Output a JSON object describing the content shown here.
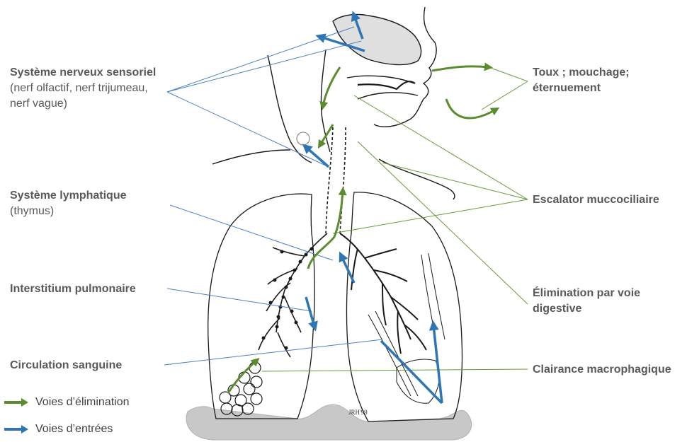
{
  "labels": {
    "nerveux_bold": "Système nerveux sensoriel",
    "nerveux_rest": " (nerf olfactif, nerf trijumeau, nerf vague)",
    "lymph_bold": "Système lymphatique",
    "lymph_rest": "(thymus)",
    "interstitium": "Interstitium pulmonaire",
    "circulation": "Circulation sanguine",
    "toux": "Toux ; mouchage; éternuement",
    "escalator": "Escalator muccociliaire",
    "elimination_digestive": "Élimination par voie digestive",
    "clairance": "Clairance macrophagique",
    "signature": "JRH'99"
  },
  "legend": {
    "elimination": "Voies d’élimination",
    "entrees": "Voies d’entrées"
  },
  "colors": {
    "elimination_arrow": "#5b8c2f",
    "entree_arrow": "#2e75b6",
    "leader_blue": "#4a7fc1",
    "leader_green": "#6a9a3a",
    "base": "#c8c8c8",
    "ink": "#1a1a1a"
  }
}
